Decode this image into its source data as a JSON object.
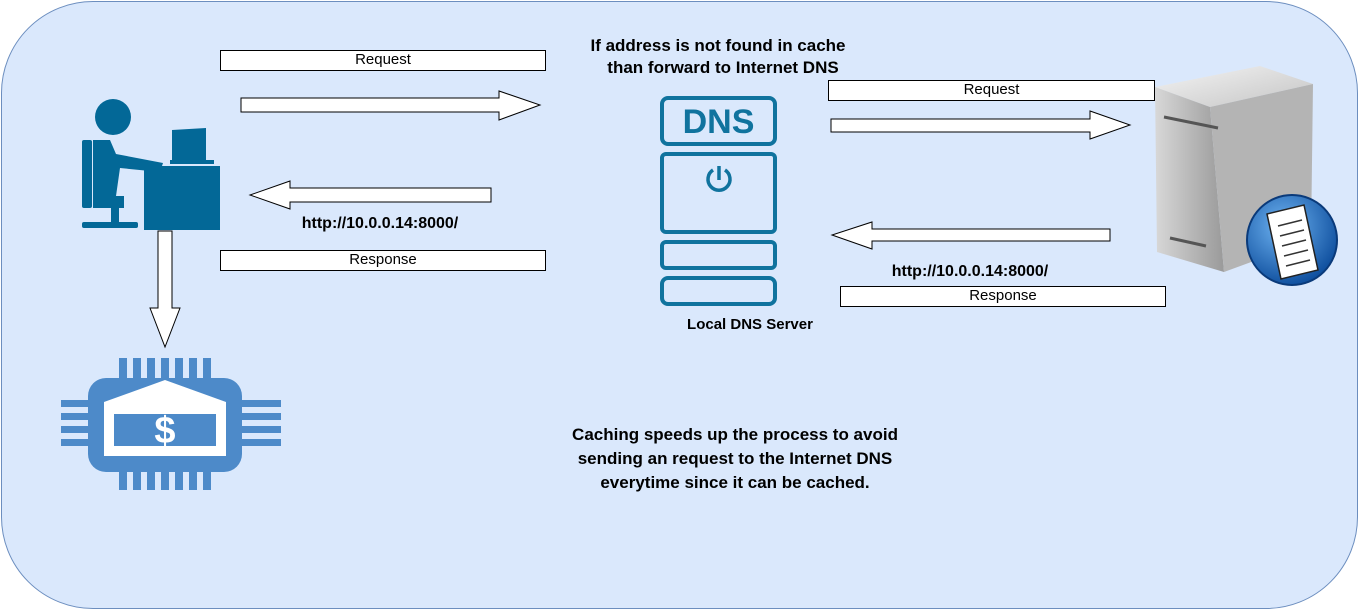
{
  "diagram": {
    "left_request_label": "Request",
    "left_response_label": "Response",
    "left_url": "http://10.0.0.14:8000/",
    "cache_note_line1": "If address is not found in cache",
    "cache_note_line2": "than forward to Internet DNS",
    "dns_text": "DNS",
    "dns_server_label": "Local DNS Server",
    "right_request_label": "Request",
    "right_response_label": "Response",
    "right_url": "http://10.0.0.14:8000/",
    "caching_note_line1": "Caching speeds up the process to avoid",
    "caching_note_line2": "sending an request to the Internet DNS",
    "caching_note_line3": "everytime since it can be cached."
  },
  "colors": {
    "background": "#dae8fc",
    "border": "#6c8ebf",
    "user_icon": "#036897",
    "dns_icon": "#10739e",
    "bank_chip_icon": "#4d8ac9"
  },
  "icons": {
    "user": "user-at-computer-icon",
    "dns": "dns-server-icon",
    "internet_dns": "web-server-icon",
    "bank": "bank-chip-icon"
  }
}
